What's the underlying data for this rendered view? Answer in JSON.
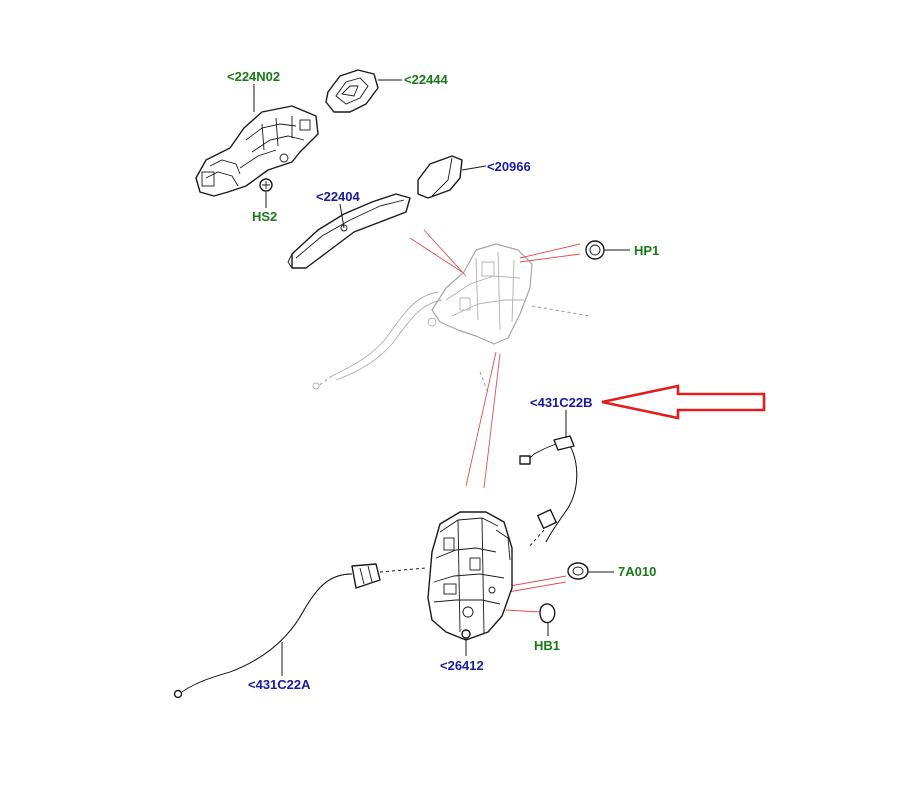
{
  "colors": {
    "label_green": "#1a7a1a",
    "label_blue": "#1a1a9c",
    "line_dark": "#1a1a1a",
    "line_faint": "#a6a6a6",
    "reference_red": "#e05050",
    "highlight_arrow": "#e01e1e"
  },
  "labels": {
    "p224N02": "<224N02",
    "p22444": "<22444",
    "p20966": "<20966",
    "p22404": "<22404",
    "hs2": "HS2",
    "hp1": "HP1",
    "p431C22B": "<431C22B",
    "p7A010": "7A010",
    "hb1": "HB1",
    "p26412": "<26412",
    "p431C22A": "<431C22A"
  },
  "highlight": {
    "target": "<431C22B",
    "style": "red outline arrow pointing left"
  }
}
